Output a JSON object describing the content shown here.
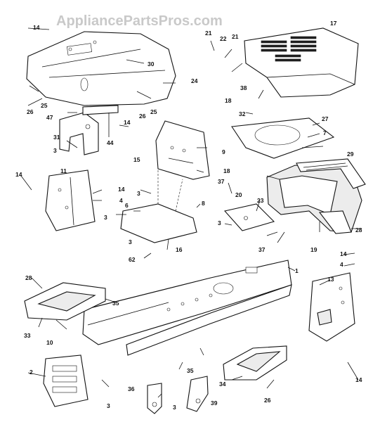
{
  "watermark": "AppliancePartsPros.com",
  "callouts": {
    "c14a": "14",
    "c30": "30",
    "c25a": "25",
    "c26a": "26",
    "c47": "47",
    "c31": "31",
    "c3a": "3",
    "c44": "44",
    "c14b": "14",
    "c26b": "26",
    "c25b": "25",
    "c24": "24",
    "c21a": "21",
    "c22": "22",
    "c21b": "21",
    "c17": "17",
    "c38": "38",
    "c18a": "18",
    "c32": "32",
    "c27": "27",
    "c7": "7",
    "c15": "15",
    "c9": "9",
    "c18b": "18",
    "c29": "29",
    "c14c": "14",
    "c11": "11",
    "c14d": "14",
    "c4a": "4",
    "c3b": "3",
    "c3c": "3",
    "c6": "6",
    "c8": "8",
    "c37a": "37",
    "c20": "20",
    "c23": "23",
    "c3d": "3",
    "c28": "28",
    "c19": "19",
    "c3e": "3",
    "c16": "16",
    "c62": "62",
    "c37b": "37",
    "c28b": "28",
    "c35a": "35",
    "c1": "1",
    "c14e": "14",
    "c4b": "4",
    "c13": "13",
    "c33": "33",
    "c10": "10",
    "c2": "2",
    "c3f": "3",
    "c36": "36",
    "c3g": "3",
    "c35b": "35",
    "c34": "34",
    "c39": "39",
    "c26c": "26",
    "c14f": "14"
  }
}
